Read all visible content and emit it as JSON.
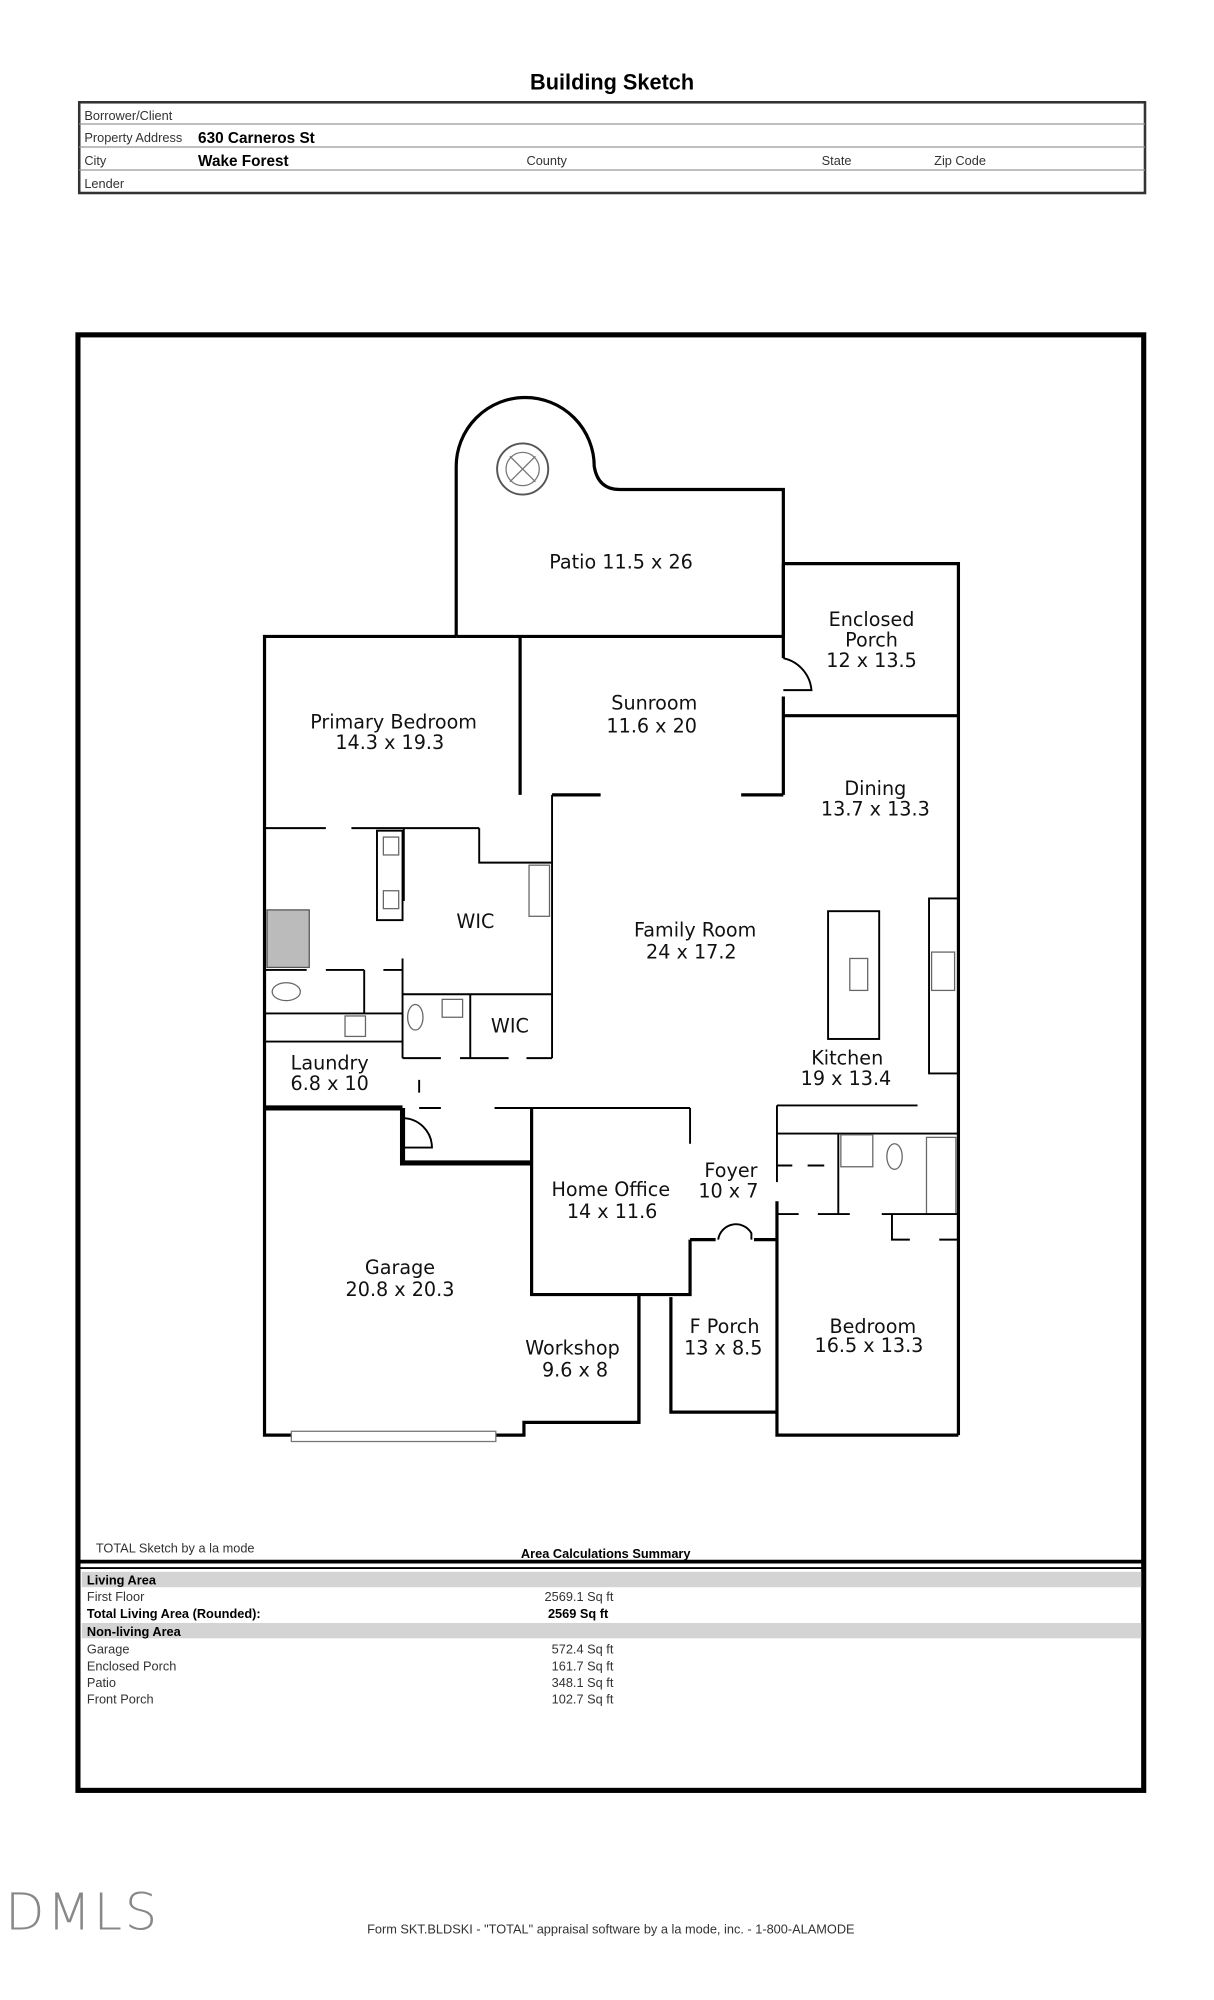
{
  "header": {
    "title": "Building Sketch",
    "rows": {
      "borrower_label": "Borrower/Client",
      "borrower_value": "",
      "address_label": "Property Address",
      "address_value": "630 Carneros St",
      "city_label": "City",
      "city_value": "Wake Forest",
      "county_label": "County",
      "state_label": "State",
      "zip_label": "Zip Code",
      "lender_label": "Lender"
    }
  },
  "rooms": [
    {
      "name": "Patio",
      "dims": "11.5 x 26"
    },
    {
      "name": "Enclosed",
      "name2": "Porch",
      "dims": "12 x 13.5"
    },
    {
      "name": "Primary Bedroom",
      "dims": "14.3 x 19.3"
    },
    {
      "name": "Sunroom",
      "dims": "11.6 x 20"
    },
    {
      "name": "Dining",
      "dims": "13.7 x 13.3"
    },
    {
      "name": "WIC"
    },
    {
      "name": "Family Room",
      "dims": "24 x 17.2"
    },
    {
      "name": "WIC"
    },
    {
      "name": "Laundry",
      "dims": "6.8 x 10"
    },
    {
      "name": "Kitchen",
      "dims": "19 x 13.4"
    },
    {
      "name": "Foyer",
      "dims": "10 x 7"
    },
    {
      "name": "Home Office",
      "dims": "14 x 11.6"
    },
    {
      "name": "Garage",
      "dims": "20.8 x 20.3"
    },
    {
      "name": "F Porch",
      "dims": "13 x 8.5"
    },
    {
      "name": "Bedroom",
      "dims": "16.5 x 13.3"
    },
    {
      "name": "Workshop",
      "dims": "9.6 x 8"
    }
  ],
  "sketch_credit": "TOTAL Sketch by a la mode",
  "summary": {
    "title": "Area Calculations Summary",
    "living_header": "Living Area",
    "living_rows": [
      {
        "label": "First Floor",
        "value": "2569.1 Sq ft"
      }
    ],
    "total_label": "Total Living Area (Rounded):",
    "total_value": "2569 Sq ft",
    "nonliving_header": "Non-living Area",
    "nonliving_rows": [
      {
        "label": "Garage",
        "value": "572.4 Sq ft"
      },
      {
        "label": "Enclosed Porch",
        "value": "161.7 Sq ft"
      },
      {
        "label": "Patio",
        "value": "348.1 Sq ft"
      },
      {
        "label": "Front Porch",
        "value": "102.7 Sq ft"
      }
    ]
  },
  "watermark": "DMLS",
  "footer": "Form SKT.BLDSKI - \"TOTAL\" appraisal software by a la mode, inc. - 1-800-ALAMODE"
}
